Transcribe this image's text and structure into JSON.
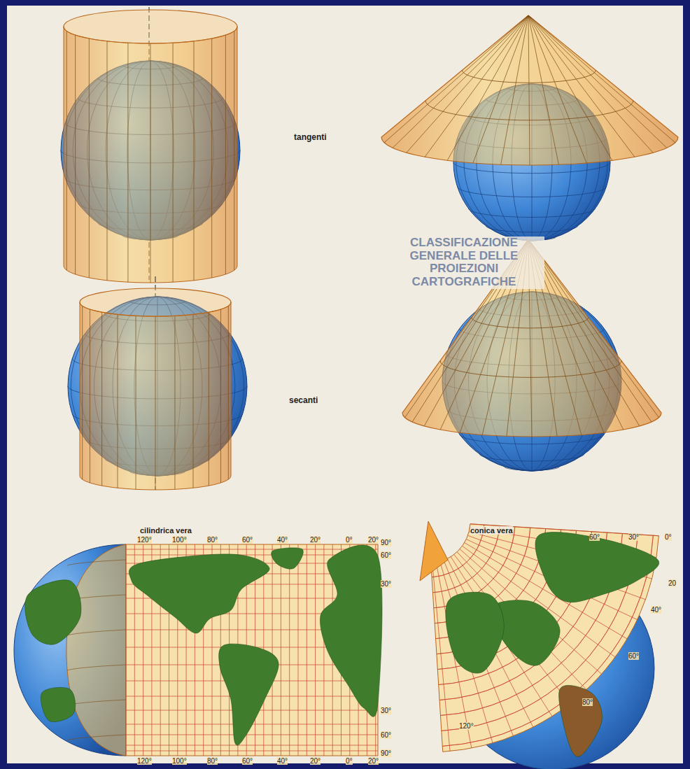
{
  "diagram": {
    "labels": [
      "CLASSIFICAZIONE GENERALE DELLE PROIEZIONI CARTOGRAFICHE",
      "tangenti",
      "secanti",
      "cilindrica vera",
      "conica vera",
      "120°",
      "100°",
      "80°",
      "60°",
      "40°",
      "20°",
      "0°",
      "20°",
      "120°",
      "100°",
      "80°",
      "60°",
      "40°",
      "20°",
      "0°",
      "20°",
      "90°",
      "60°",
      "30°",
      "30°",
      "60°",
      "90°",
      "60°",
      "30°",
      "0°",
      "20",
      "40°",
      "60°",
      "80°",
      "120°"
    ]
  }
}
